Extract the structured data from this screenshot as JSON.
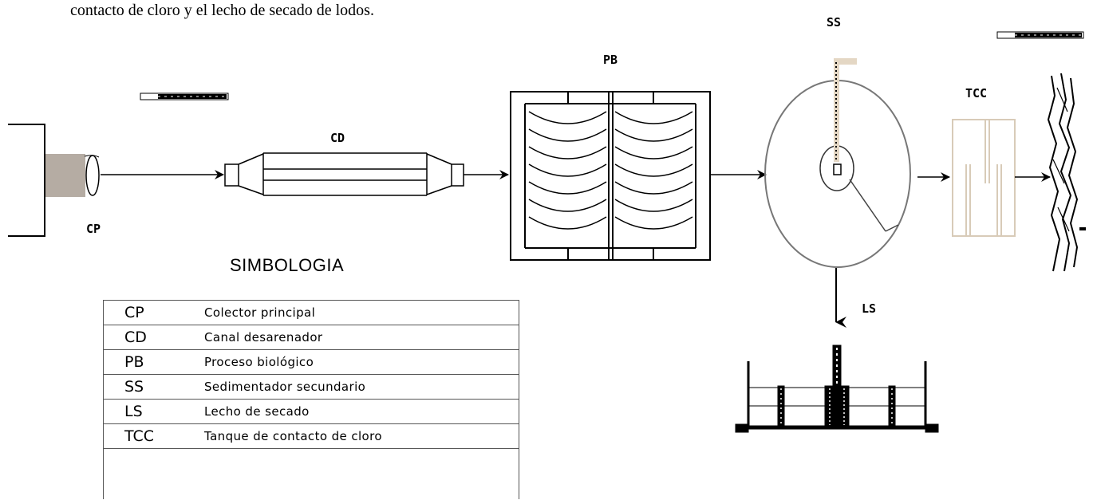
{
  "intro_text": "contacto de cloro y el lecho de secado de lodos.",
  "labels": {
    "cp": "CP",
    "cd": "CD",
    "pb": "PB",
    "ss": "SS",
    "tcc": "TCC",
    "ls": "LS"
  },
  "simbologia": {
    "title": "SIMBOLOGIA",
    "rows": [
      {
        "code": "CP",
        "description": "Colector principal"
      },
      {
        "code": "CD",
        "description": "Canal desarenador"
      },
      {
        "code": "PB",
        "description": "Proceso biológico"
      },
      {
        "code": "SS",
        "description": "Sedimentador secundario"
      },
      {
        "code": "LS",
        "description": "Lecho de secado"
      },
      {
        "code": "TCC",
        "description": "Tanque de contacto de cloro"
      }
    ]
  },
  "colors": {
    "line": "#000000",
    "pipe_fill": "#b5aca3",
    "tcc_outline": "#d8cbb8",
    "ss_scraper": "#e4d7c4",
    "ss_outline": "#777777"
  }
}
